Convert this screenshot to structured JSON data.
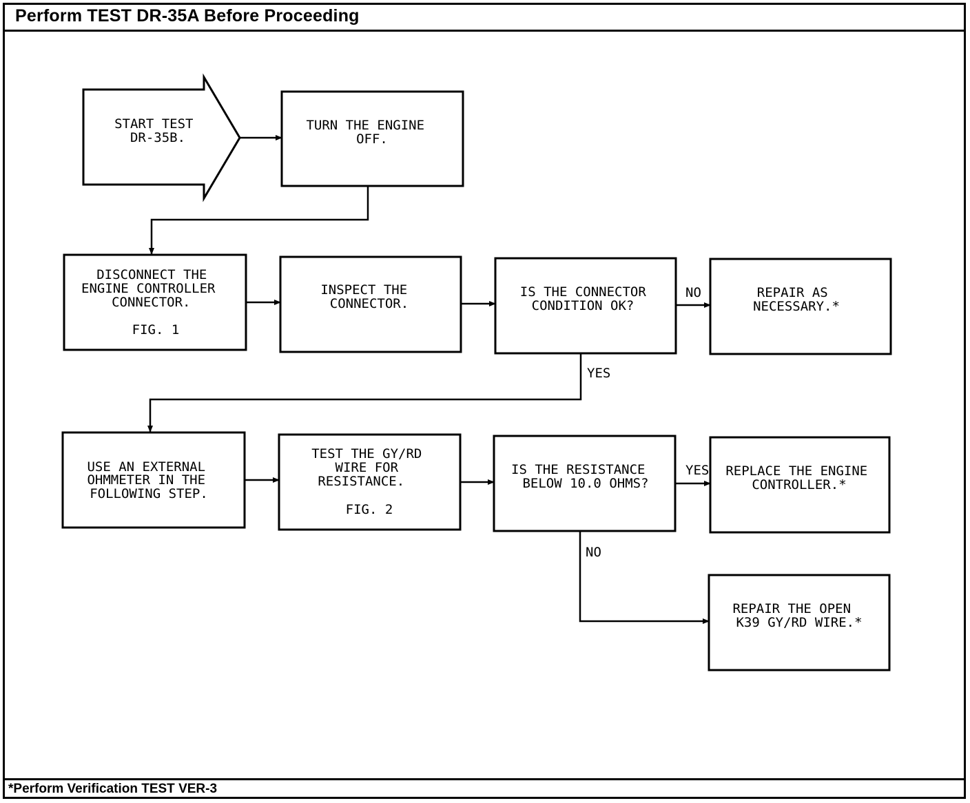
{
  "header": {
    "title": "Perform TEST DR-35A Before Proceeding"
  },
  "footer": {
    "note": "*Perform Verification TEST VER-3"
  },
  "steps": {
    "start": [
      "START TEST",
      "DR-35B."
    ],
    "turn_off": [
      "TURN THE ENGINE",
      "OFF."
    ],
    "disconnect": [
      "DISCONNECT THE",
      "ENGINE CONTROLLER",
      "CONNECTOR.",
      "FIG. 1"
    ],
    "inspect": [
      "INSPECT THE",
      "CONNECTOR."
    ],
    "connector_ok": [
      "IS THE CONNECTOR",
      "CONDITION OK?"
    ],
    "repair_necessary": [
      "REPAIR AS",
      "NECESSARY.*"
    ],
    "ohmmeter": [
      "USE AN EXTERNAL",
      "OHMMETER IN THE",
      "FOLLOWING STEP."
    ],
    "test_wire": [
      "TEST THE GY/RD",
      "WIRE FOR",
      "RESISTANCE.",
      "FIG. 2"
    ],
    "resistance_below": [
      "IS THE RESISTANCE",
      "BELOW 10.0 OHMS?"
    ],
    "replace_controller": [
      "REPLACE THE ENGINE",
      "CONTROLLER.*"
    ],
    "repair_open": [
      "REPAIR THE OPEN",
      "K39 GY/RD WIRE.*"
    ]
  },
  "labels": {
    "no_1": "NO",
    "yes_1": "YES",
    "yes_2": "YES",
    "no_2": "NO"
  }
}
